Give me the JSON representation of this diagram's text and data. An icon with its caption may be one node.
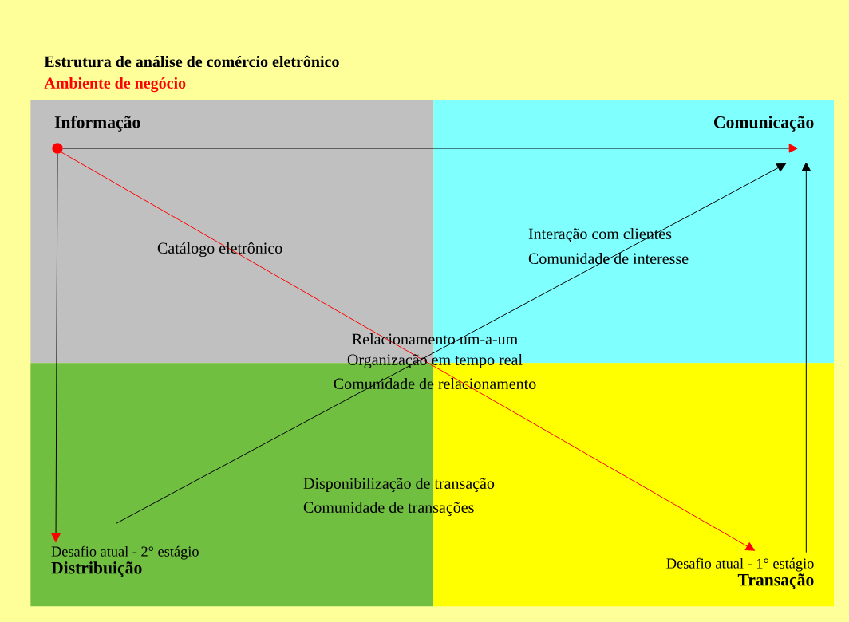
{
  "diagram": {
    "title": "Estrutura de análise de comércio eletrônico",
    "caption": "Ambiente de negócio",
    "nodes": [
      {
        "text": [],
        "shape": "box"
      },
      {
        "text": [],
        "shape": "box"
      },
      {
        "text": [],
        "shape": "box"
      },
      {
        "text": [],
        "shape": "box"
      },
      {
        "text": [
          "Informação"
        ],
        "in": 0
      },
      {
        "text": [],
        "shape": "circle",
        "in": 0
      },
      {
        "text": [
          "Comunicação"
        ],
        "in": 1
      },
      {
        "text": [
          "Desafio atual - 2° estágio",
          "Distribuição"
        ],
        "in": 2
      },
      {
        "text": [
          "Desafio atual - 1° estágio",
          "Transação"
        ],
        "in": 3
      }
    ],
    "edges": [
      {
        "from": 5,
        "to": 6,
        "arrow": "to"
      },
      {
        "from": 5,
        "to": 7,
        "arrow": "to"
      },
      {
        "from": 5,
        "to": 8,
        "arrow": "to",
        "color": "#ff0000"
      },
      {
        "from": 7,
        "to": 6,
        "arrow": "to"
      },
      {
        "from": 8,
        "to": 6,
        "arrow": "to"
      }
    ],
    "labels": [
      "Catálogo eletrônico",
      "Interação com clientes",
      "Comunidade de interesse",
      "Relacionamento um-a-um",
      "Organização em tempo real",
      "Comunidade de relacionamento",
      "Disponibilização de transação",
      "Comunidade de transações"
    ]
  }
}
